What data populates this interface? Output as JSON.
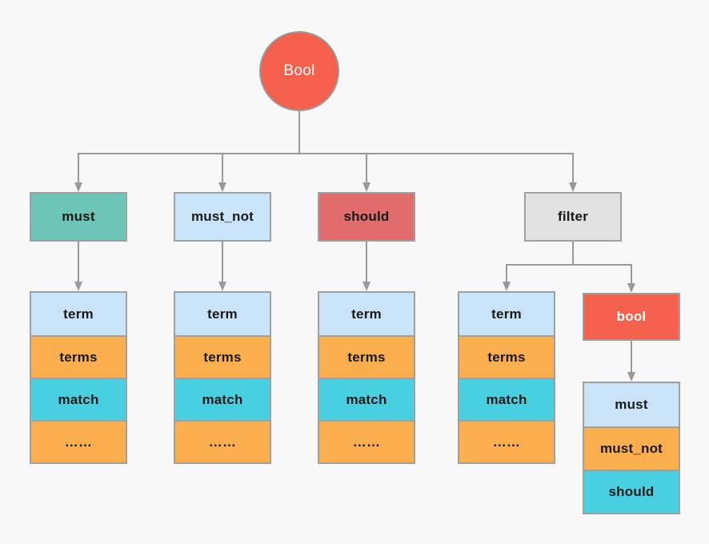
{
  "diagram": {
    "type": "tree",
    "description": "Bool query structure diagram"
  },
  "colors": {
    "background": "#f8f8f9",
    "node_border": "#a0a0a0",
    "connector": "#999999",
    "red": "#f5604d",
    "teal": "#6cc5b6",
    "light_blue": "#c9e3f8",
    "salmon": "#e16c6c",
    "gray": "#e1e1e1",
    "orange": "#faae4d",
    "cyan": "#49d0e0",
    "text_dark": "#1a1a1a",
    "text_light": "#ffffff"
  },
  "root": {
    "label": "Bool"
  },
  "clauses": [
    {
      "label": "must"
    },
    {
      "label": "must_not"
    },
    {
      "label": "should"
    },
    {
      "label": "filter"
    }
  ],
  "query_stack": {
    "cells": [
      {
        "label": "term"
      },
      {
        "label": "terms"
      },
      {
        "label": "match"
      },
      {
        "label": "……"
      }
    ]
  },
  "nested_bool": {
    "label": "bool"
  },
  "nested_stack": {
    "cells": [
      {
        "label": "must"
      },
      {
        "label": "must_not"
      },
      {
        "label": "should"
      }
    ]
  }
}
